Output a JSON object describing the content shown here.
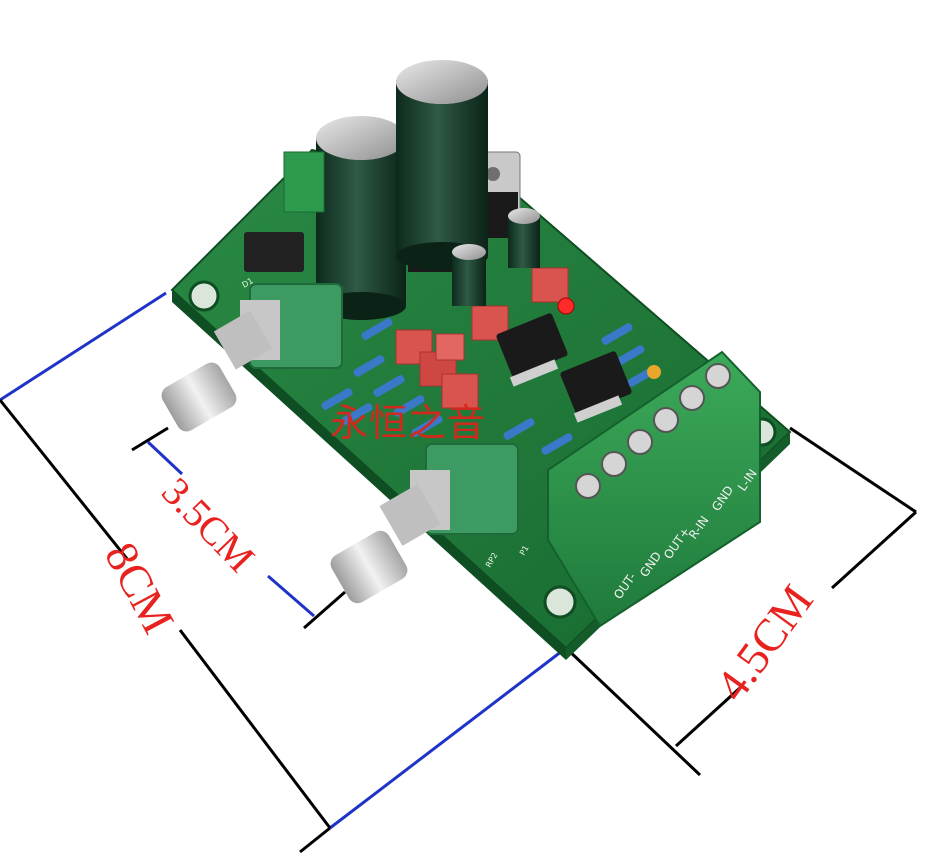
{
  "dimensions": {
    "length": "8CM",
    "pot_spacing": "3.5CM",
    "width": "4.5CM"
  },
  "watermark": "永恒之音",
  "terminals": [
    "OUT-",
    "GND",
    "OUT+",
    "R-IN",
    "GND",
    "L-IN"
  ],
  "silkscreen": {
    "connector": "P1",
    "pot": "RP2",
    "diode": "D1"
  },
  "colors": {
    "pcb": "#1f7a3a",
    "dimension_text": "#e8231f",
    "blue_line": "#1f33c8",
    "terminal_block": "#2e9a4e",
    "film_capacitor": "#d9534f"
  }
}
